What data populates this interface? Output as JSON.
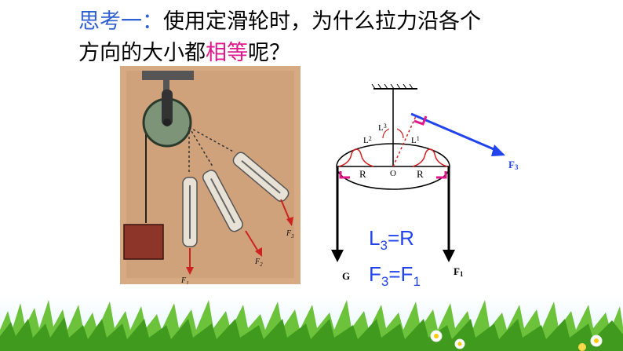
{
  "title": {
    "label": "思考一：",
    "line1_rest": "使用定滑轮时，为什么拉力沿各个",
    "line2_before": "方向的大小都",
    "highlight": "相等",
    "line2_after": "呢？"
  },
  "photo": {
    "labels": {
      "f1": "F",
      "f1_sub": "1",
      "f2": "F",
      "f2_sub": "2",
      "f3": "F",
      "f3_sub": "3"
    }
  },
  "diagram": {
    "labels": {
      "l1": "L",
      "l1_sub": "1",
      "l2": "L",
      "l2_sub": "2",
      "l3": "L",
      "l3_sub": "3",
      "r_left": "R",
      "r_right": "R",
      "center": "O",
      "g": "G",
      "f1": "F",
      "f1_sub": "1",
      "f3": "F",
      "f3_sub": "3"
    },
    "formula1": {
      "a": "L",
      "a_sub": "3",
      "eq": "=R"
    },
    "formula2": {
      "a": "F",
      "a_sub": "3",
      "eq": "=F",
      "b_sub": "1"
    }
  },
  "colors": {
    "title_label": "#2e5fd0",
    "highlight": "#e0188a",
    "force": "#2244ee",
    "angle_mark": "#e0188a",
    "brace": "#d42020"
  }
}
